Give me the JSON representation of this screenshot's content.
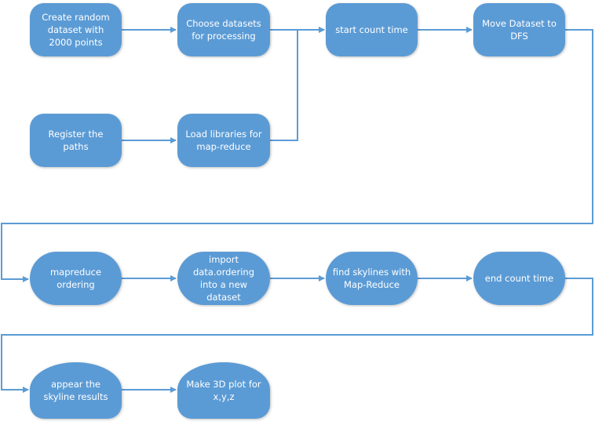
{
  "diagram": {
    "colors": {
      "node_fill": "#5b9bd5",
      "node_text": "#ffffff",
      "connector": "#5b9bd5"
    },
    "nodes": {
      "create_dataset": "Create random dataset with 2000 points",
      "choose_datasets": "Choose  datasets for processing",
      "start_count": "start count time",
      "move_dataset": "Move Dataset to DFS",
      "register_paths": "Register the paths",
      "load_libraries": "Load libraries for map-reduce",
      "mapreduce_ordering": "mapreduce ordering",
      "import_data": "import data.ordering into a new dataset",
      "find_skylines": "find skylines with Map-Reduce",
      "end_count": "end count time",
      "appear_results": "appear the skyline results",
      "make_plot": "Make 3D plot for x,y,z"
    }
  }
}
